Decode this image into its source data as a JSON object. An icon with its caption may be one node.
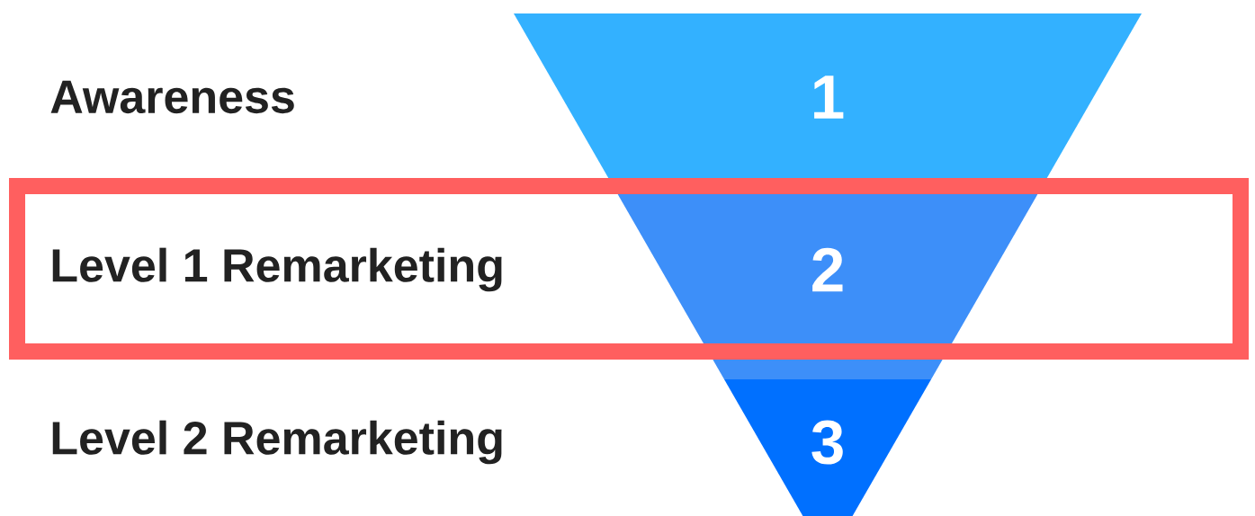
{
  "diagram": {
    "nodes": [
      {
        "text": [
          "1"
        ]
      },
      {
        "text": [
          "Level 1 Remarketing"
        ]
      },
      {
        "text": [
          "2"
        ]
      },
      {
        "text": [
          "3"
        ]
      }
    ],
    "labels": [
      "Awareness",
      "Level 2 Remarketing"
    ]
  }
}
